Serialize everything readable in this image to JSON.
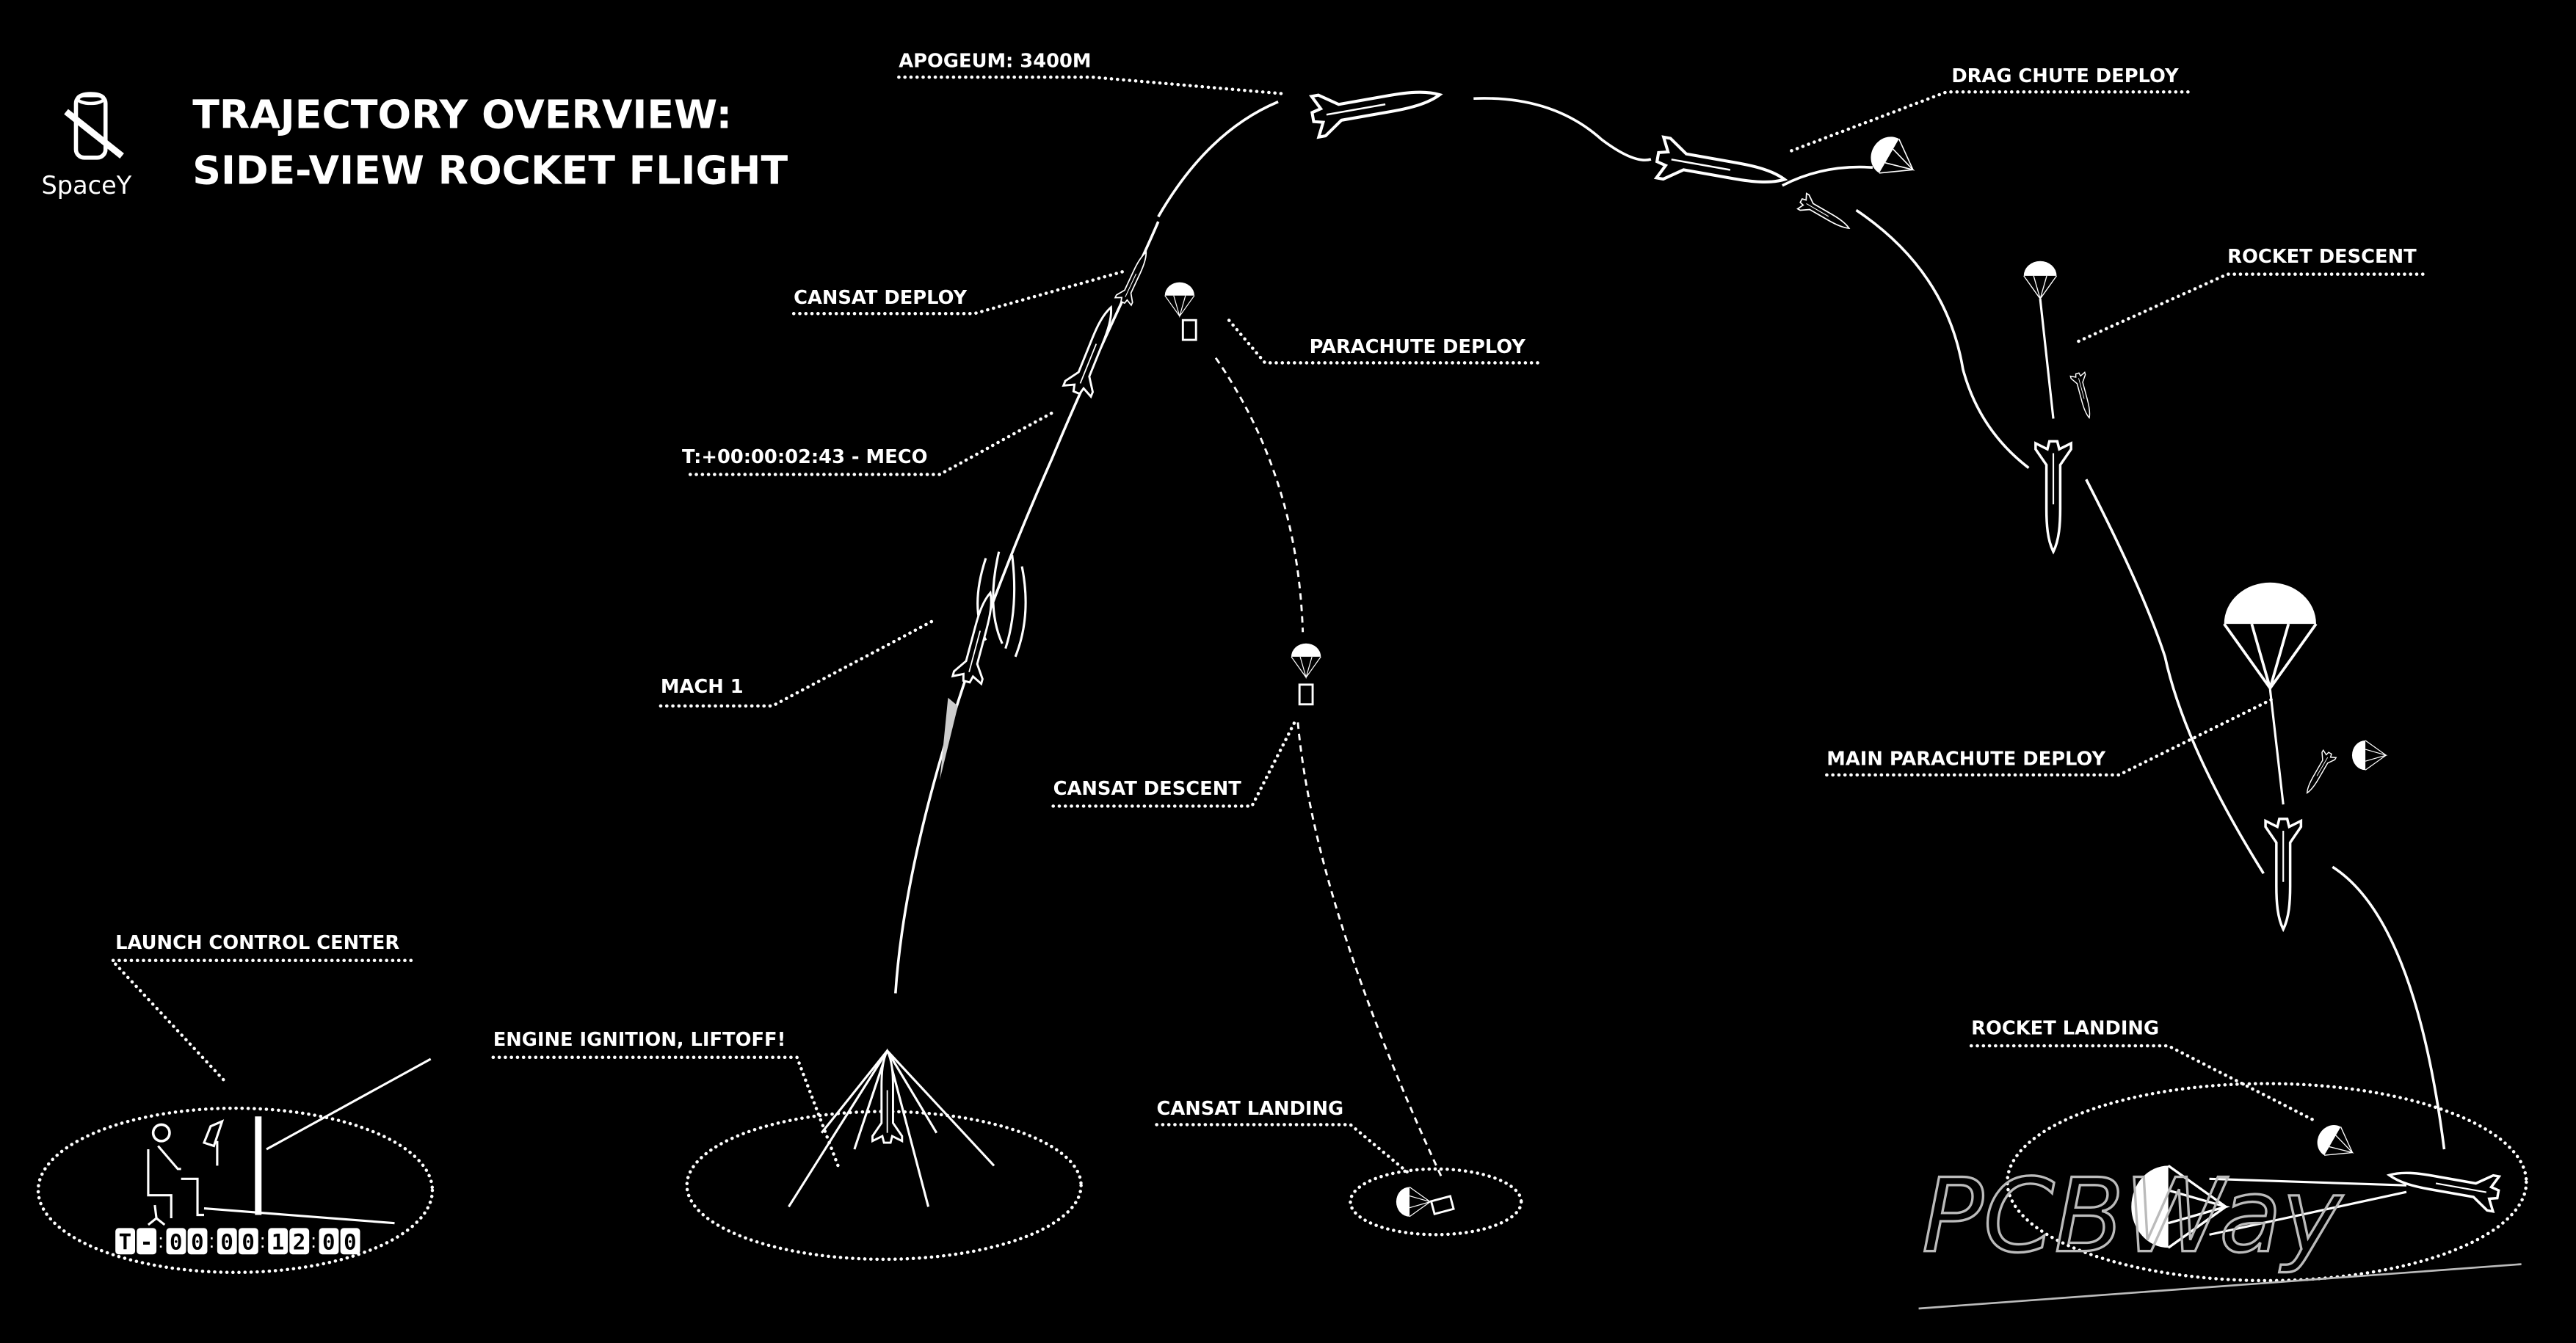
{
  "logo": {
    "name": "SpaceY"
  },
  "title": {
    "line1": "TRAJECTORY OVERVIEW:",
    "line2": "SIDE-VIEW ROCKET FLIGHT"
  },
  "labels": {
    "apogeum": "APOGEUM: 3400M",
    "drag_chute": "DRAG CHUTE DEPLOY",
    "cansat_deploy": "CANSAT DEPLOY",
    "parachute_deploy": "PARACHUTE DEPLOY",
    "rocket_descent": "ROCKET DESCENT",
    "meco": "T:+00:00:02:43 - MECO",
    "mach1": "MACH 1",
    "cansat_descent": "CANSAT DESCENT",
    "main_parachute": "MAIN PARACHUTE DEPLOY",
    "launch_control": "LAUNCH CONTROL CENTER",
    "liftoff": "ENGINE IGNITION, LIFTOFF!",
    "cansat_landing": "CANSAT LANDING",
    "rocket_landing": "ROCKET LANDING"
  },
  "countdown": {
    "d0": "T",
    "d1": "-",
    "d2": "0",
    "d3": "0",
    "d4": "0",
    "d5": "0",
    "d6": "1",
    "d7": "2",
    "d8": "0",
    "d9": "0"
  },
  "watermark": "PCBWay"
}
